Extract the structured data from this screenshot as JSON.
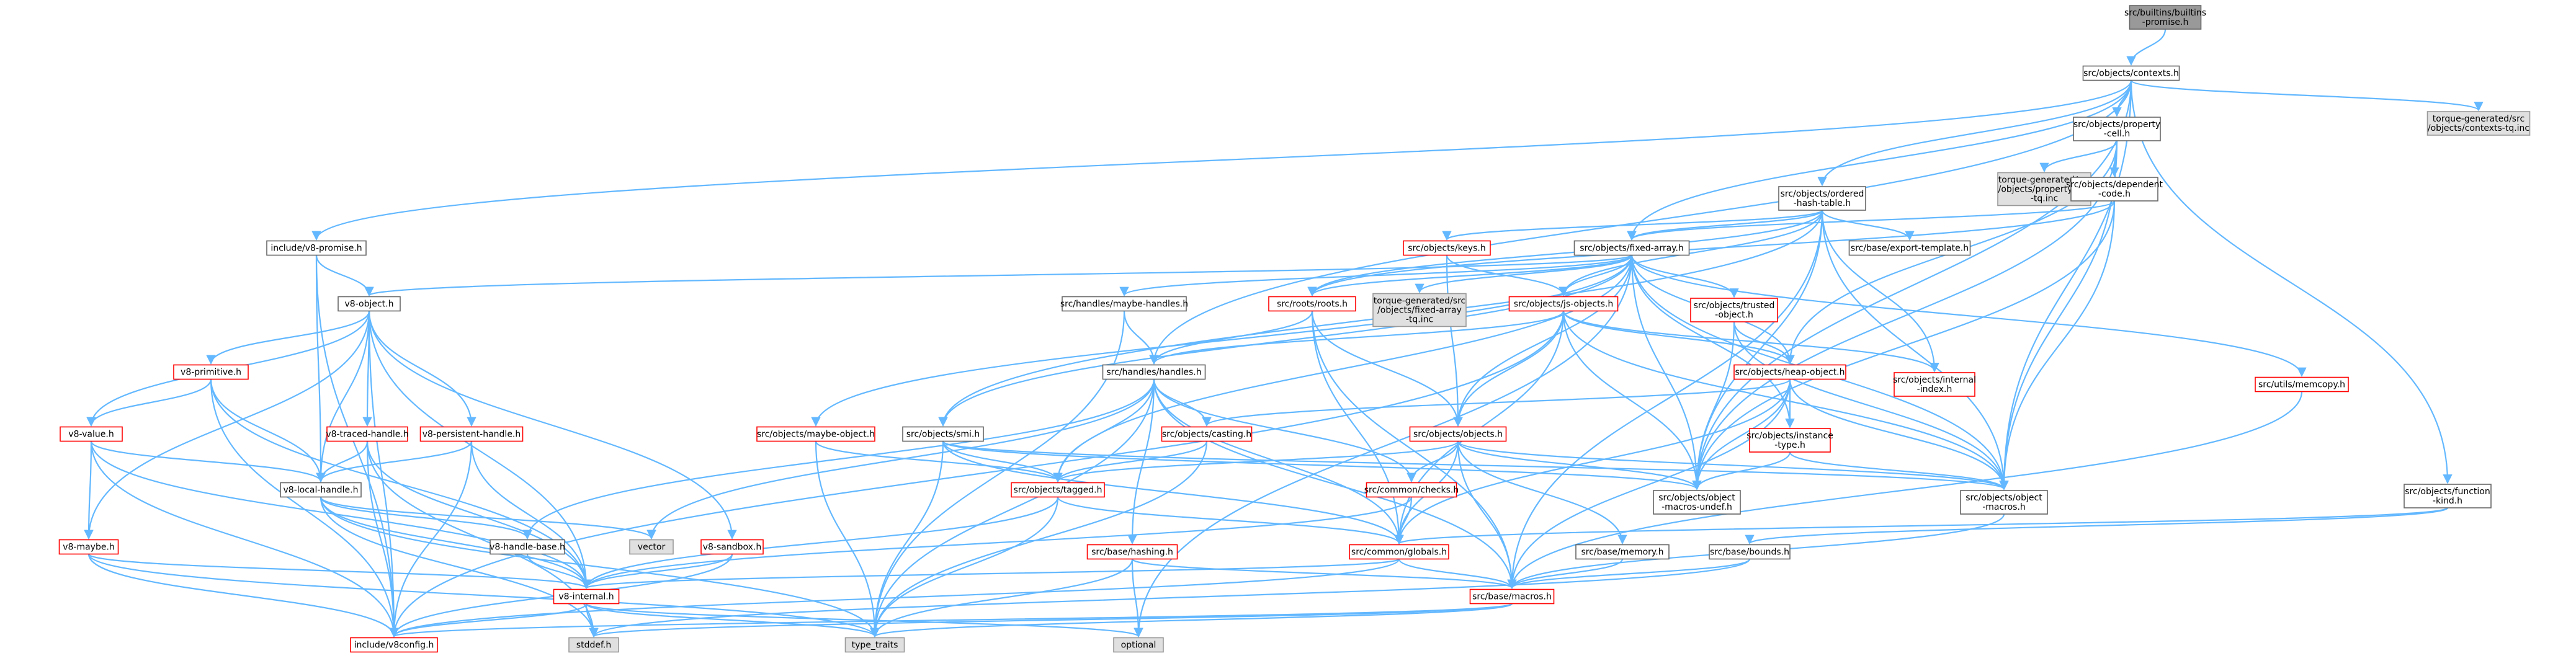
{
  "chart_data": {
    "type": "diagram",
    "nodes": [
      {
        "id": "builtins_promise",
        "label": [
          "src/builtins/builtins",
          "-promise.h"
        ],
        "kind": "root"
      },
      {
        "id": "contexts",
        "label": [
          "src/objects/contexts.h"
        ],
        "kind": "normal"
      },
      {
        "id": "contexts_tq",
        "label": [
          "torque-generated/src",
          "/objects/contexts-tq.inc"
        ],
        "kind": "missing"
      },
      {
        "id": "property_cell",
        "label": [
          "src/objects/property",
          "-cell.h"
        ],
        "kind": "normal"
      },
      {
        "id": "property_cell_tq",
        "label": [
          "torque-generated/src",
          "/objects/property-cell",
          "-tq.inc"
        ],
        "kind": "missing"
      },
      {
        "id": "dependent_code",
        "label": [
          "src/objects/dependent",
          "-code.h"
        ],
        "kind": "normal"
      },
      {
        "id": "ordered_hash",
        "label": [
          "src/objects/ordered",
          "-hash-table.h"
        ],
        "kind": "normal"
      },
      {
        "id": "export_template",
        "label": [
          "src/base/export-template.h"
        ],
        "kind": "normal"
      },
      {
        "id": "keys",
        "label": [
          "src/objects/keys.h"
        ],
        "kind": "truncated"
      },
      {
        "id": "fixed_array",
        "label": [
          "src/objects/fixed-array.h"
        ],
        "kind": "normal"
      },
      {
        "id": "v8_promise",
        "label": [
          "include/v8-promise.h"
        ],
        "kind": "normal"
      },
      {
        "id": "v8_object",
        "label": [
          "v8-object.h"
        ],
        "kind": "normal"
      },
      {
        "id": "maybe_handles",
        "label": [
          "src/handles/maybe-handles.h"
        ],
        "kind": "normal"
      },
      {
        "id": "roots",
        "label": [
          "src/roots/roots.h"
        ],
        "kind": "truncated"
      },
      {
        "id": "fixed_array_tq",
        "label": [
          "torque-generated/src",
          "/objects/fixed-array",
          "-tq.inc"
        ],
        "kind": "missing"
      },
      {
        "id": "js_objects",
        "label": [
          "src/objects/js-objects.h"
        ],
        "kind": "truncated"
      },
      {
        "id": "trusted_object",
        "label": [
          "src/objects/trusted",
          "-object.h"
        ],
        "kind": "truncated"
      },
      {
        "id": "internal_index",
        "label": [
          "src/objects/internal",
          "-index.h"
        ],
        "kind": "truncated"
      },
      {
        "id": "memcopy",
        "label": [
          "src/utils/memcopy.h"
        ],
        "kind": "truncated"
      },
      {
        "id": "handles",
        "label": [
          "src/handles/handles.h"
        ],
        "kind": "normal"
      },
      {
        "id": "heap_object",
        "label": [
          "src/objects/heap-object.h"
        ],
        "kind": "truncated"
      },
      {
        "id": "v8_primitive",
        "label": [
          "v8-primitive.h"
        ],
        "kind": "truncated"
      },
      {
        "id": "v8_value",
        "label": [
          "v8-value.h"
        ],
        "kind": "truncated"
      },
      {
        "id": "v8_traced_handle",
        "label": [
          "v8-traced-handle.h"
        ],
        "kind": "truncated"
      },
      {
        "id": "v8_persistent_handle",
        "label": [
          "v8-persistent-handle.h"
        ],
        "kind": "truncated"
      },
      {
        "id": "maybe_object",
        "label": [
          "src/objects/maybe-object.h"
        ],
        "kind": "truncated"
      },
      {
        "id": "smi",
        "label": [
          "src/objects/smi.h"
        ],
        "kind": "normal"
      },
      {
        "id": "casting",
        "label": [
          "src/objects/casting.h"
        ],
        "kind": "truncated"
      },
      {
        "id": "objects",
        "label": [
          "src/objects/objects.h"
        ],
        "kind": "truncated"
      },
      {
        "id": "instance_type",
        "label": [
          "src/objects/instance",
          "-type.h"
        ],
        "kind": "truncated"
      },
      {
        "id": "function_kind",
        "label": [
          "src/objects/function",
          "-kind.h"
        ],
        "kind": "normal"
      },
      {
        "id": "v8_local_handle",
        "label": [
          "v8-local-handle.h"
        ],
        "kind": "normal"
      },
      {
        "id": "tagged",
        "label": [
          "src/objects/tagged.h"
        ],
        "kind": "truncated"
      },
      {
        "id": "checks",
        "label": [
          "src/common/checks.h"
        ],
        "kind": "truncated"
      },
      {
        "id": "object_macros_undef",
        "label": [
          "src/objects/object",
          "-macros-undef.h"
        ],
        "kind": "normal"
      },
      {
        "id": "object_macros",
        "label": [
          "src/objects/object",
          "-macros.h"
        ],
        "kind": "normal"
      },
      {
        "id": "v8_maybe",
        "label": [
          "v8-maybe.h"
        ],
        "kind": "truncated"
      },
      {
        "id": "v8_handle_base",
        "label": [
          "v8-handle-base.h"
        ],
        "kind": "normal"
      },
      {
        "id": "vector",
        "label": [
          "vector"
        ],
        "kind": "missing"
      },
      {
        "id": "v8_sandbox",
        "label": [
          "v8-sandbox.h"
        ],
        "kind": "truncated"
      },
      {
        "id": "hashing",
        "label": [
          "src/base/hashing.h"
        ],
        "kind": "truncated"
      },
      {
        "id": "globals",
        "label": [
          "src/common/globals.h"
        ],
        "kind": "truncated"
      },
      {
        "id": "memory",
        "label": [
          "src/base/memory.h"
        ],
        "kind": "normal"
      },
      {
        "id": "bounds",
        "label": [
          "src/base/bounds.h"
        ],
        "kind": "normal"
      },
      {
        "id": "v8_internal",
        "label": [
          "v8-internal.h"
        ],
        "kind": "truncated"
      },
      {
        "id": "macros",
        "label": [
          "src/base/macros.h"
        ],
        "kind": "truncated"
      },
      {
        "id": "v8config",
        "label": [
          "include/v8config.h"
        ],
        "kind": "truncated"
      },
      {
        "id": "stddef",
        "label": [
          "stddef.h"
        ],
        "kind": "missing"
      },
      {
        "id": "type_traits",
        "label": [
          "type_traits"
        ],
        "kind": "missing"
      },
      {
        "id": "optional",
        "label": [
          "optional"
        ],
        "kind": "missing"
      }
    ],
    "edges": [
      [
        "builtins_promise",
        "contexts"
      ],
      [
        "contexts",
        "contexts_tq"
      ],
      [
        "contexts",
        "property_cell"
      ],
      [
        "contexts",
        "ordered_hash"
      ],
      [
        "contexts",
        "fixed_array"
      ],
      [
        "contexts",
        "v8_promise"
      ],
      [
        "contexts",
        "handles"
      ],
      [
        "contexts",
        "function_kind"
      ],
      [
        "contexts",
        "object_macros"
      ],
      [
        "contexts",
        "object_macros_undef"
      ],
      [
        "property_cell",
        "property_cell_tq"
      ],
      [
        "property_cell",
        "dependent_code"
      ],
      [
        "property_cell",
        "heap_object"
      ],
      [
        "property_cell",
        "object_macros"
      ],
      [
        "property_cell",
        "object_macros_undef"
      ],
      [
        "dependent_code",
        "fixed_array"
      ],
      [
        "dependent_code",
        "object_macros"
      ],
      [
        "dependent_code",
        "object_macros_undef"
      ],
      [
        "dependent_code",
        "roots"
      ],
      [
        "ordered_hash",
        "export_template"
      ],
      [
        "ordered_hash",
        "keys"
      ],
      [
        "ordered_hash",
        "fixed_array"
      ],
      [
        "ordered_hash",
        "internal_index"
      ],
      [
        "ordered_hash",
        "js_objects"
      ],
      [
        "ordered_hash",
        "roots"
      ],
      [
        "ordered_hash",
        "smi"
      ],
      [
        "ordered_hash",
        "object_macros"
      ],
      [
        "ordered_hash",
        "object_macros_undef"
      ],
      [
        "ordered_hash",
        "macros"
      ],
      [
        "keys",
        "js_objects"
      ],
      [
        "keys",
        "objects"
      ],
      [
        "fixed_array",
        "maybe_handles"
      ],
      [
        "fixed_array",
        "roots"
      ],
      [
        "fixed_array",
        "fixed_array_tq"
      ],
      [
        "fixed_array",
        "js_objects"
      ],
      [
        "fixed_array",
        "trusted_object"
      ],
      [
        "fixed_array",
        "memcopy"
      ],
      [
        "fixed_array",
        "heap_object"
      ],
      [
        "fixed_array",
        "instance_type"
      ],
      [
        "fixed_array",
        "objects"
      ],
      [
        "fixed_array",
        "maybe_object"
      ],
      [
        "fixed_array",
        "smi"
      ],
      [
        "fixed_array",
        "tagged"
      ],
      [
        "fixed_array",
        "object_macros"
      ],
      [
        "fixed_array",
        "object_macros_undef"
      ],
      [
        "fixed_array",
        "v8_object"
      ],
      [
        "fixed_array",
        "optional"
      ],
      [
        "v8_promise",
        "v8_object"
      ],
      [
        "v8_promise",
        "v8_local_handle"
      ],
      [
        "v8_promise",
        "v8config"
      ],
      [
        "v8_object",
        "v8_primitive"
      ],
      [
        "v8_object",
        "v8_value"
      ],
      [
        "v8_object",
        "v8_traced_handle"
      ],
      [
        "v8_object",
        "v8_persistent_handle"
      ],
      [
        "v8_object",
        "v8_local_handle"
      ],
      [
        "v8_object",
        "v8_maybe"
      ],
      [
        "v8_object",
        "v8_sandbox"
      ],
      [
        "v8_object",
        "v8_internal"
      ],
      [
        "v8_object",
        "v8config"
      ],
      [
        "maybe_handles",
        "handles"
      ],
      [
        "maybe_handles",
        "type_traits"
      ],
      [
        "roots",
        "handles"
      ],
      [
        "roots",
        "objects"
      ],
      [
        "roots",
        "globals"
      ],
      [
        "roots",
        "macros"
      ],
      [
        "js_objects",
        "handles"
      ],
      [
        "js_objects",
        "objects"
      ],
      [
        "js_objects",
        "internal_index"
      ],
      [
        "js_objects",
        "heap_object"
      ],
      [
        "js_objects",
        "object_macros"
      ],
      [
        "js_objects",
        "object_macros_undef"
      ],
      [
        "js_objects",
        "globals"
      ],
      [
        "js_objects",
        "v8config"
      ],
      [
        "trusted_object",
        "heap_object"
      ],
      [
        "trusted_object",
        "object_macros"
      ],
      [
        "trusted_object",
        "object_macros_undef"
      ],
      [
        "memcopy",
        "macros"
      ],
      [
        "handles",
        "casting"
      ],
      [
        "handles",
        "tagged"
      ],
      [
        "handles",
        "checks"
      ],
      [
        "handles",
        "hashing"
      ],
      [
        "handles",
        "globals"
      ],
      [
        "handles",
        "macros"
      ],
      [
        "handles",
        "v8_handle_base"
      ],
      [
        "handles",
        "vector"
      ],
      [
        "handles",
        "type_traits"
      ],
      [
        "heap_object",
        "casting"
      ],
      [
        "heap_object",
        "instance_type"
      ],
      [
        "heap_object",
        "object_macros"
      ],
      [
        "heap_object",
        "object_macros_undef"
      ],
      [
        "heap_object",
        "globals"
      ],
      [
        "heap_object",
        "macros"
      ],
      [
        "v8_primitive",
        "v8_value"
      ],
      [
        "v8_primitive",
        "v8_local_handle"
      ],
      [
        "v8_primitive",
        "v8_internal"
      ],
      [
        "v8_primitive",
        "v8config"
      ],
      [
        "v8_value",
        "v8_local_handle"
      ],
      [
        "v8_value",
        "v8_maybe"
      ],
      [
        "v8_value",
        "v8_internal"
      ],
      [
        "v8_value",
        "v8config"
      ],
      [
        "v8_traced_handle",
        "v8_local_handle"
      ],
      [
        "v8_traced_handle",
        "v8_internal"
      ],
      [
        "v8_traced_handle",
        "v8config"
      ],
      [
        "v8_traced_handle",
        "stddef"
      ],
      [
        "v8_persistent_handle",
        "v8_local_handle"
      ],
      [
        "v8_persistent_handle",
        "v8_internal"
      ],
      [
        "v8_persistent_handle",
        "v8config"
      ],
      [
        "maybe_object",
        "tagged"
      ],
      [
        "maybe_object",
        "type_traits"
      ],
      [
        "smi",
        "tagged"
      ],
      [
        "smi",
        "globals"
      ],
      [
        "smi",
        "object_macros"
      ],
      [
        "smi",
        "object_macros_undef"
      ],
      [
        "smi",
        "type_traits"
      ],
      [
        "casting",
        "tagged"
      ],
      [
        "casting",
        "type_traits"
      ],
      [
        "objects",
        "tagged"
      ],
      [
        "objects",
        "checks"
      ],
      [
        "objects",
        "memory"
      ],
      [
        "objects",
        "object_macros"
      ],
      [
        "objects",
        "object_macros_undef"
      ],
      [
        "objects",
        "globals"
      ],
      [
        "objects",
        "macros"
      ],
      [
        "instance_type",
        "object_macros"
      ],
      [
        "instance_type",
        "object_macros_undef"
      ],
      [
        "function_kind",
        "bounds"
      ],
      [
        "function_kind",
        "globals"
      ],
      [
        "v8_local_handle",
        "v8_handle_base"
      ],
      [
        "v8_local_handle",
        "v8_internal"
      ],
      [
        "v8_local_handle",
        "vector"
      ],
      [
        "v8_local_handle",
        "type_traits"
      ],
      [
        "v8_local_handle",
        "stddef"
      ],
      [
        "tagged",
        "globals"
      ],
      [
        "tagged",
        "type_traits"
      ],
      [
        "tagged",
        "v8_internal"
      ],
      [
        "checks",
        "globals"
      ],
      [
        "checks",
        "v8_internal"
      ],
      [
        "object_macros",
        "macros"
      ],
      [
        "v8_maybe",
        "v8_internal"
      ],
      [
        "v8_maybe",
        "v8config"
      ],
      [
        "v8_maybe",
        "type_traits"
      ],
      [
        "v8_handle_base",
        "v8_internal"
      ],
      [
        "v8_sandbox",
        "v8_internal"
      ],
      [
        "v8_sandbox",
        "v8config"
      ],
      [
        "hashing",
        "macros"
      ],
      [
        "hashing",
        "type_traits"
      ],
      [
        "hashing",
        "optional"
      ],
      [
        "globals",
        "v8_internal"
      ],
      [
        "globals",
        "macros"
      ],
      [
        "globals",
        "v8config"
      ],
      [
        "memory",
        "macros"
      ],
      [
        "bounds",
        "macros"
      ],
      [
        "bounds",
        "stddef"
      ],
      [
        "v8_internal",
        "v8config"
      ],
      [
        "v8_internal",
        "stddef"
      ],
      [
        "v8_internal",
        "type_traits"
      ],
      [
        "v8_internal",
        "optional"
      ],
      [
        "macros",
        "type_traits"
      ],
      [
        "macros",
        "stddef"
      ],
      [
        "macros",
        "v8config"
      ]
    ]
  },
  "colors": {
    "edge": "#63b8ff",
    "root_fill": "#999999",
    "normal_border": "#666666",
    "truncated_border": "#ff0000",
    "missing_fill": "#e0e0e0",
    "missing_border": "#999999"
  }
}
